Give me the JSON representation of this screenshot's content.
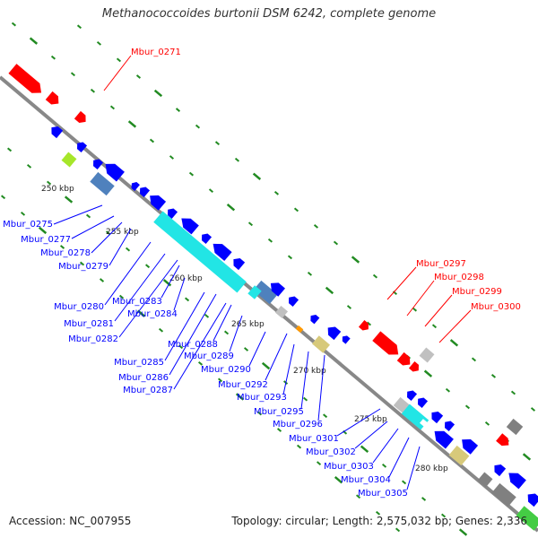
{
  "title": "Methanococcoides burtonii DSM 6242, complete genome",
  "footer": {
    "accession": "Accession: NC_007955",
    "summary": "Topology: circular; Length: 2,575,032 bp; Genes: 2,336"
  },
  "colors": {
    "backbone": "#888888",
    "forward_strand": "#ff0000",
    "reverse_strand": "#0000ff",
    "label_forward": "#ff0000",
    "label_reverse": "#0000ff",
    "tick_green": "#228b22",
    "cyan": "#22e5e5",
    "steel_blue": "#4f81bd",
    "khaki": "#d7c97a",
    "lime": "#a6e62a",
    "gray": "#808080",
    "light_gray": "#c0c0c0",
    "orange": "#ff9900",
    "green": "#44cc44"
  },
  "kbp_marks": [
    "250 kbp",
    "255 kbp",
    "260 kbp",
    "265 kbp",
    "270 kbp",
    "275 kbp",
    "280 kbp"
  ],
  "gene_labels": [
    {
      "id": "Mbur_0271",
      "strand": "forward"
    },
    {
      "id": "Mbur_0275",
      "strand": "reverse"
    },
    {
      "id": "Mbur_0277",
      "strand": "reverse"
    },
    {
      "id": "Mbur_0278",
      "strand": "reverse"
    },
    {
      "id": "Mbur_0279",
      "strand": "reverse"
    },
    {
      "id": "Mbur_0280",
      "strand": "reverse"
    },
    {
      "id": "Mbur_0281",
      "strand": "reverse"
    },
    {
      "id": "Mbur_0282",
      "strand": "reverse"
    },
    {
      "id": "Mbur_0283",
      "strand": "reverse"
    },
    {
      "id": "Mbur_0284",
      "strand": "reverse"
    },
    {
      "id": "Mbur_0285",
      "strand": "reverse"
    },
    {
      "id": "Mbur_0286",
      "strand": "reverse"
    },
    {
      "id": "Mbur_0287",
      "strand": "reverse"
    },
    {
      "id": "Mbur_0288",
      "strand": "reverse"
    },
    {
      "id": "Mbur_0289",
      "strand": "reverse"
    },
    {
      "id": "Mbur_0290",
      "strand": "reverse"
    },
    {
      "id": "Mbur_0292",
      "strand": "reverse"
    },
    {
      "id": "Mbur_0293",
      "strand": "reverse"
    },
    {
      "id": "Mbur_0295",
      "strand": "reverse"
    },
    {
      "id": "Mbur_0296",
      "strand": "reverse"
    },
    {
      "id": "Mbur_0297",
      "strand": "forward"
    },
    {
      "id": "Mbur_0298",
      "strand": "forward"
    },
    {
      "id": "Mbur_0299",
      "strand": "forward"
    },
    {
      "id": "Mbur_0300",
      "strand": "forward"
    },
    {
      "id": "Mbur_0301",
      "strand": "reverse"
    },
    {
      "id": "Mbur_0302",
      "strand": "reverse"
    },
    {
      "id": "Mbur_0303",
      "strand": "reverse"
    },
    {
      "id": "Mbur_0304",
      "strand": "reverse"
    },
    {
      "id": "Mbur_0305",
      "strand": "reverse"
    }
  ]
}
